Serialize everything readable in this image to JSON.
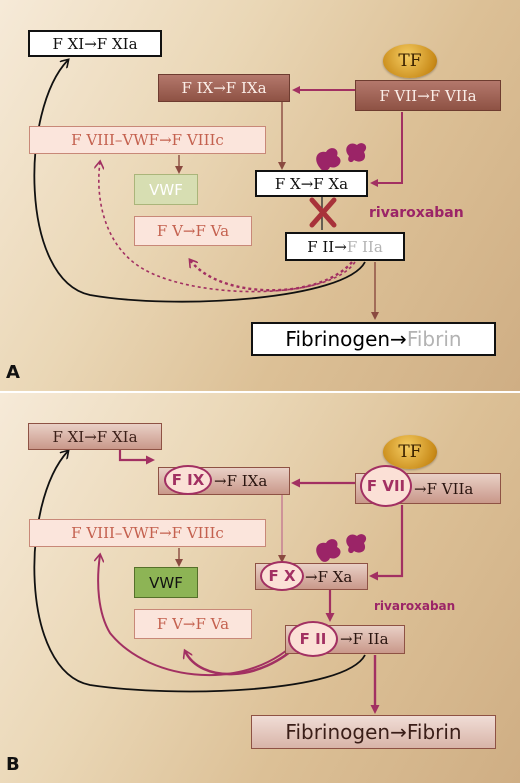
{
  "panel_a": {
    "letter": "A",
    "fxi": "F XI→F XIa",
    "fix": "F IX→F IXa",
    "tf": "TF",
    "fvii": "F VII→F VIIa",
    "fviii": "F VIII–VWF→F VIIIc",
    "vwf": "VWF",
    "fx": "F X→F Xa",
    "fv": "F V→F Va",
    "fii_left": "F II→",
    "fii_right": "F IIa",
    "rivaroxaban": "rivaroxaban",
    "fib_left": "Fibrinogen→",
    "fib_right": "Fibrin"
  },
  "panel_b": {
    "letter": "B",
    "fxi": "F XI→F XIa",
    "fix_ring": "F IX",
    "fix_rest": "→F IXa",
    "tf": "TF",
    "fvii_ring": "F VII",
    "fvii_rest": "→F VIIa",
    "fviii": "F VIII–VWF→F VIIIc",
    "vwf": "VWF",
    "fx_ring": "F X",
    "fx_rest": "→F Xa",
    "rivaroxaban": "rivaroxaban",
    "fv": "F V→F Va",
    "fii_ring": "F II",
    "fii_rest": "→F IIa",
    "fib": "Fibrinogen→Fibrin"
  },
  "colors": {
    "magenta": "#a23062",
    "inhibitor_x": "#a8323a",
    "tan_background": "#e3c9a3"
  }
}
